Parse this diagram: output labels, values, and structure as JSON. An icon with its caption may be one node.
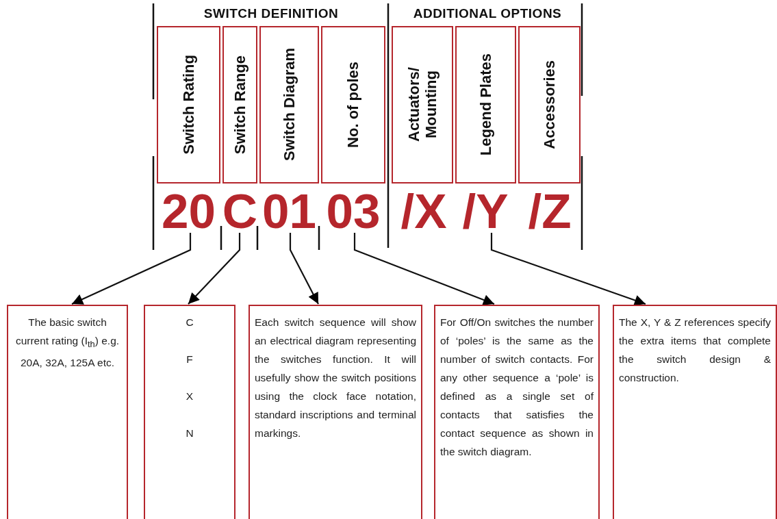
{
  "diagram": {
    "nodes": [
      {
        "text": [
          "Switch Rating"
        ]
      },
      {
        "text": [
          "Switch Range"
        ]
      },
      {
        "text": [
          "Switch Diagram"
        ]
      },
      {
        "text": [
          "No. of poles"
        ]
      },
      {
        "text": [
          "Actuators/ Mounting"
        ]
      },
      {
        "text": [
          "Legend Plates"
        ]
      },
      {
        "text": [
          "Accessories"
        ]
      },
      {
        "text": [
          "20"
        ]
      },
      {
        "text": [
          "C"
        ]
      },
      {
        "text": [
          "01"
        ]
      },
      {
        "text": [
          "03"
        ]
      },
      {
        "text": [
          "/X"
        ]
      },
      {
        "text": [
          "/Y"
        ]
      },
      {
        "text": [
          "/Z"
        ]
      },
      {
        "text": [
          "The basic switch current rating (I$_{th}$) e.g. 20A, 32A, 125A etc."
        ]
      },
      {
        "text": [
          "C",
          "F",
          "X",
          "N"
        ]
      },
      {
        "text": [
          "Each switch sequence will show an electrical diagram representing the switches function. It will usefully show the switch positions using the clock face notation, standard inscriptions and terminal markings."
        ]
      },
      {
        "text": [
          "For Off/On switches the number of ‘poles’ is the same as the number of switch contacts. For any other sequence a ‘pole’ is defined as a single set of contacts that satisfies the contact sequence as shown in the switch diagram."
        ]
      },
      {
        "text": [
          "The X, Y & Z references specify the extra items that complete the switch design & construction."
        ]
      }
    ],
    "edges": [
      {
        "from": 7,
        "to": 14,
        "arrow": "to"
      },
      {
        "from": 8,
        "to": 15,
        "arrow": "to"
      },
      {
        "from": 9,
        "to": 16,
        "arrow": "to"
      },
      {
        "from": 10,
        "to": 17,
        "arrow": "to"
      },
      {
        "from": 12,
        "to": 18,
        "arrow": "to"
      }
    ],
    "labels": [
      "SWITCH DEFINITION",
      "ADDITIONAL OPTIONS"
    ]
  }
}
